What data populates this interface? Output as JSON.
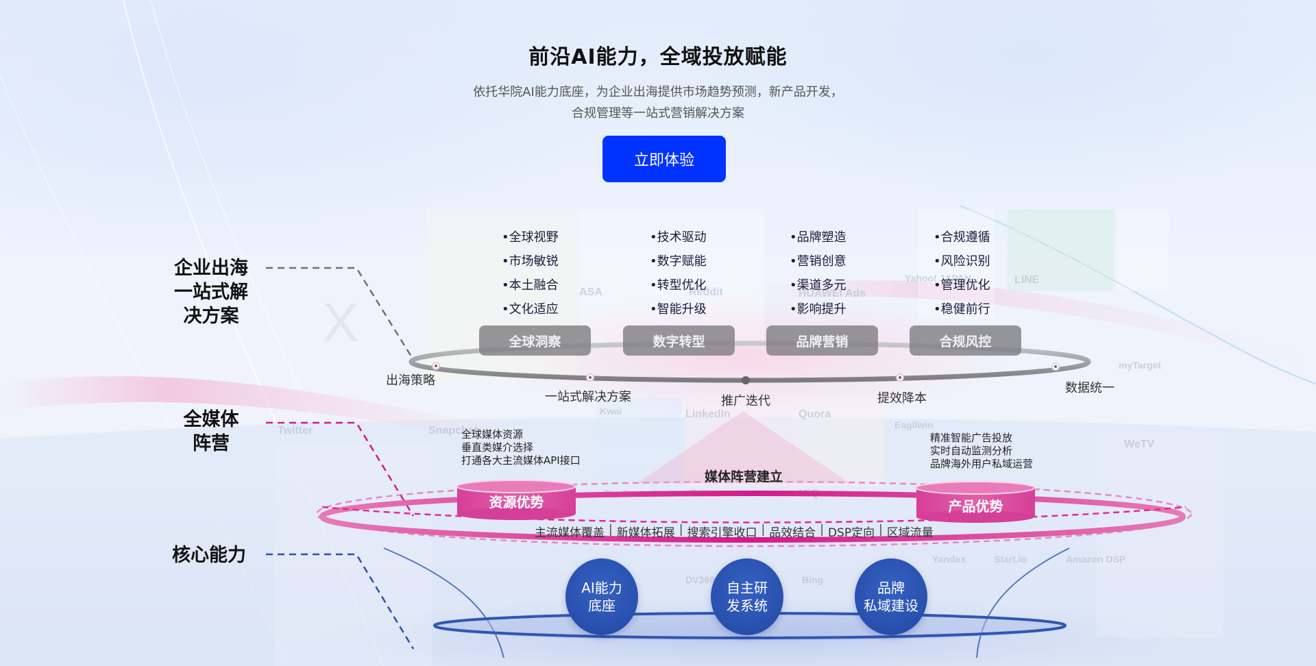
{
  "header": {
    "title": "前沿AI能力，全域投放赋能",
    "subtitle_line1": "依托华院AI能力底座，为企业出海提供市场趋势预测，新产品开发，",
    "subtitle_line2": "合规管理等一站式营销解决方案",
    "cta_label": "立即体验",
    "cta_color": "#0033ff"
  },
  "side_labels": {
    "solution": [
      "企业出海",
      "一站式解",
      "决方案"
    ],
    "media": [
      "全媒体",
      "阵营"
    ],
    "core": [
      "核心能力"
    ]
  },
  "solution_layer": {
    "columns": [
      {
        "bullets": [
          "•全球视野",
          "•市场敏锐",
          "•本土融合",
          "•文化适应"
        ],
        "label": "全球洞察"
      },
      {
        "bullets": [
          "•技术驱动",
          "•数字赋能",
          "•转型优化",
          "•智能升级"
        ],
        "label": "数字转型"
      },
      {
        "bullets": [
          "•品牌塑造",
          "•营销创意",
          "•渠道多元",
          "•影响提升"
        ],
        "label": "品牌营销"
      },
      {
        "bullets": [
          "•合规遵循",
          "•风险识别",
          "•管理优化",
          "•稳健前行"
        ],
        "label": "合规风控"
      }
    ],
    "ring_points": [
      "出海策略",
      "一站式解决方案",
      "推广迭代",
      "提效降本",
      "数据统一"
    ]
  },
  "media_layer": {
    "title": "媒体阵营建立",
    "resource": {
      "label": "资源优势",
      "items": [
        "全球媒体资源",
        "垂直类媒介选择",
        "打通各大主流媒体API接口"
      ]
    },
    "product": {
      "label": "产品优势",
      "items": [
        "精准智能广告投放",
        "实时自动监测分析",
        "品牌海外用户私域运营"
      ]
    },
    "channels": [
      "主流媒体覆盖",
      "新媒体拓展",
      "搜索引擎收口",
      "品效结合",
      "DSP定向",
      "区域流量"
    ],
    "separator": "|",
    "accent_color": "#e0368f"
  },
  "core_layer": {
    "items": [
      [
        "AI能力",
        "底座"
      ],
      [
        "自主研",
        "发系统"
      ],
      [
        "品牌",
        "私域建设"
      ]
    ],
    "color": "#2a52b0"
  },
  "background_logos": [
    "X",
    "ASA",
    "Reddit",
    "HUAWEI Ads",
    "Yahoo! JAPAN",
    "LINE",
    "myTarget",
    "Twitter",
    "Snapchat",
    "Kwai",
    "LinkedIn",
    "Quora",
    "The Trade Desk",
    "Criteo",
    "MiQ",
    "Eagllwin",
    "WeTV",
    "DV360",
    "Bing",
    "Yandex",
    "Start.io",
    "Amazon DSP"
  ]
}
